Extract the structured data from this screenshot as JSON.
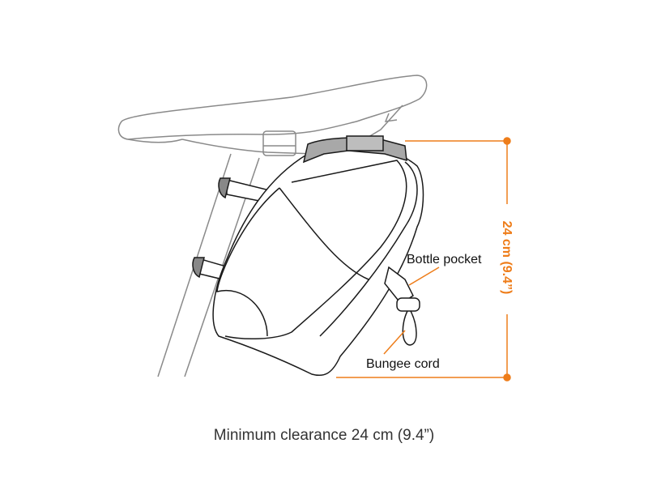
{
  "labels": {
    "bottle_pocket": "Bottle pocket",
    "bungee_cord": "Bungee cord"
  },
  "dimension": {
    "text": "24 cm (9.4”)"
  },
  "caption": "Minimum clearance 24 cm (9.4”)",
  "colors": {
    "accent": "#ee7d1a",
    "line": "#1a1a1a",
    "bike": "#8a8a8a",
    "strap": "#a8a8a8"
  }
}
